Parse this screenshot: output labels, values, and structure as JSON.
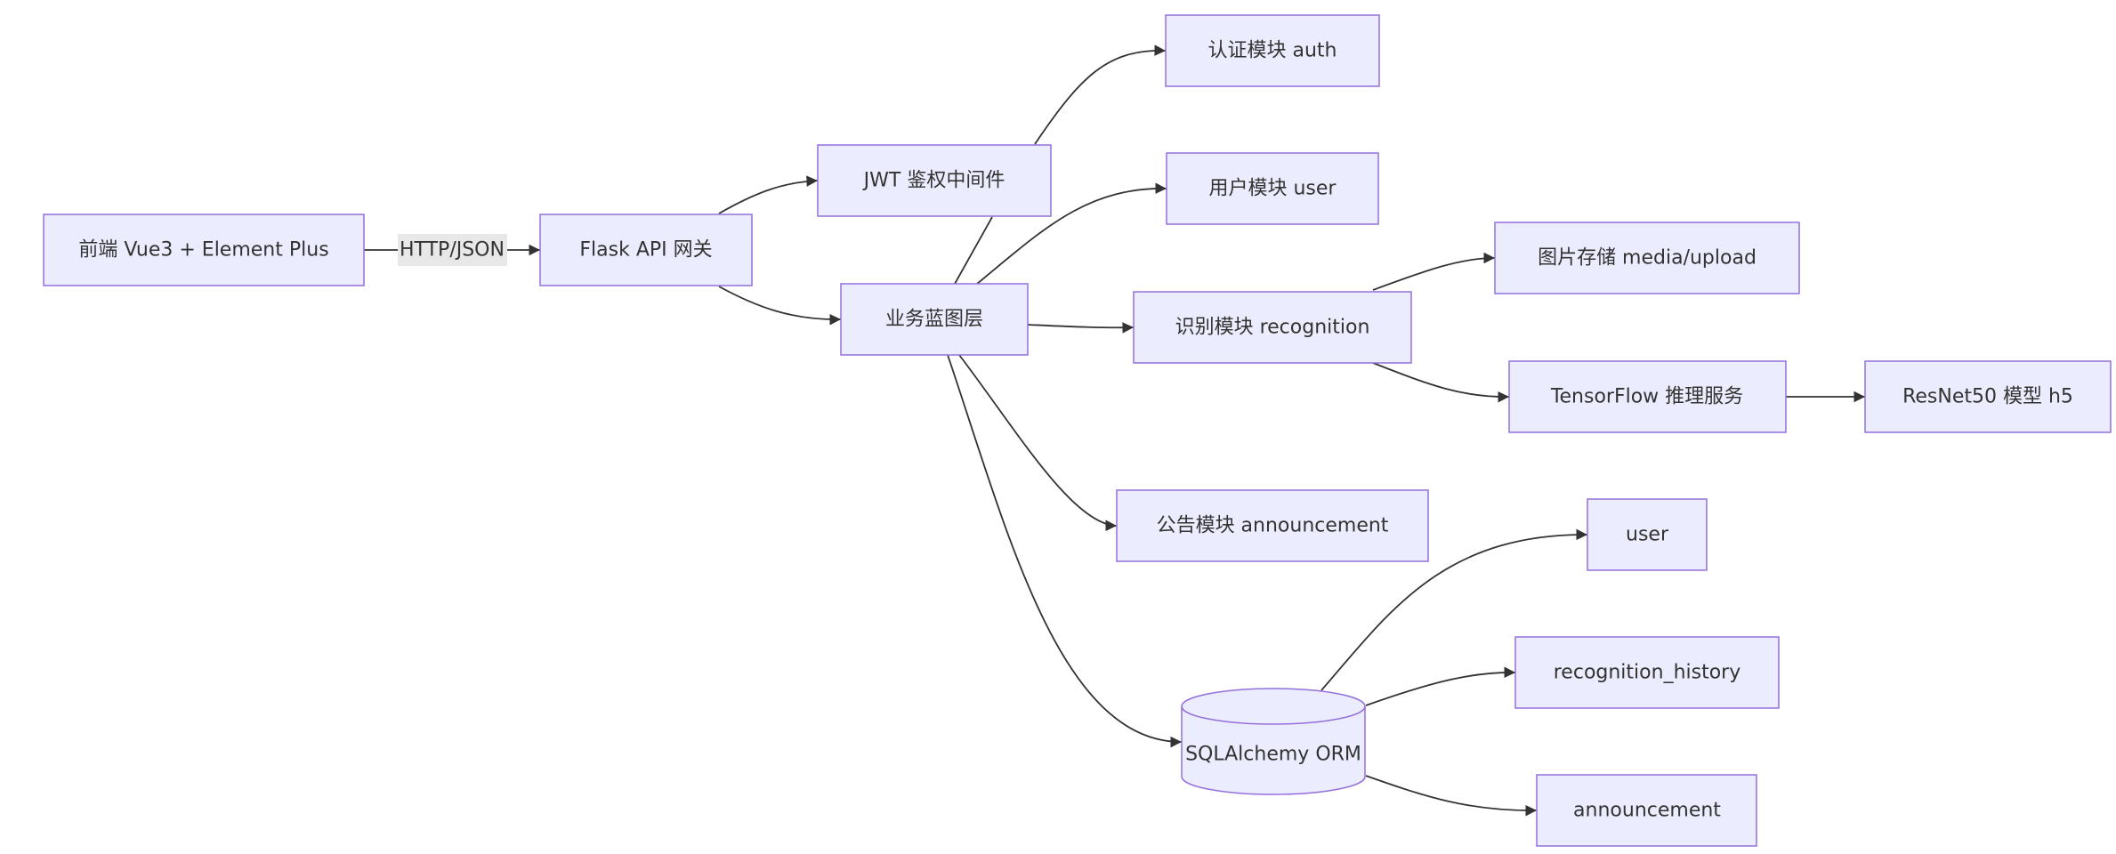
{
  "nodes": {
    "frontend": "前端 Vue3 + Element Plus",
    "gateway": "Flask API 网关",
    "jwt": "JWT 鉴权中间件",
    "blueprint": "业务蓝图层",
    "auth": "认证模块 auth",
    "user_module": "用户模块 user",
    "media": "图片存储 media/upload",
    "recognition": "识别模块 recognition",
    "tensorflow": "TensorFlow 推理服务",
    "resnet": "ResNet50 模型 h5",
    "announcement_module": "公告模块 announcement",
    "orm": "SQLAlchemy ORM",
    "table_user": "user",
    "table_history": "recognition_history",
    "table_announcement": "announcement"
  },
  "edges": {
    "frontend_gateway_label": "HTTP/JSON"
  },
  "colors": {
    "node_fill": "#ECECFF",
    "node_stroke": "#9370DB",
    "edge": "#333333",
    "text": "#333333"
  }
}
